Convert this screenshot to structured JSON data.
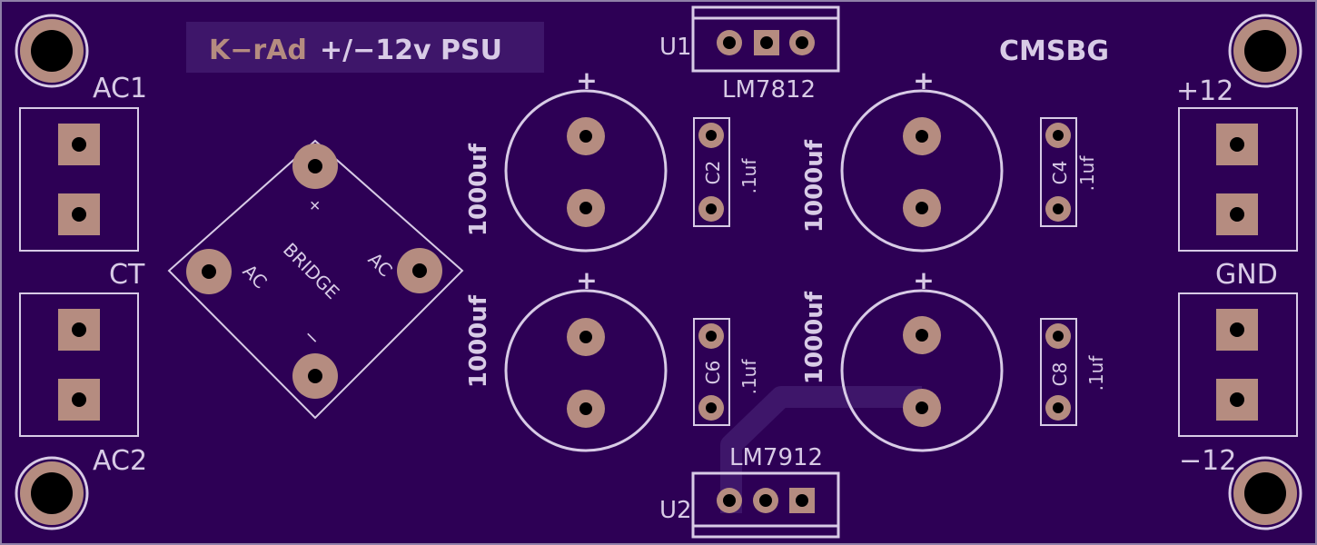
{
  "board": {
    "title": "K−rAd +/−12v PSU",
    "title_part1": "K−rAd",
    "title_part2": "+/−12v PSU",
    "logo": "CMSBG"
  },
  "inputs": {
    "ac1": "AC1",
    "ct": "CT",
    "ac2": "AC2"
  },
  "outputs": {
    "pos": "+12",
    "gnd": "GND",
    "neg": "−12"
  },
  "regulators": {
    "u1": {
      "ref": "U1",
      "part": "LM7812"
    },
    "u2": {
      "ref": "U2",
      "part": "LM7912"
    }
  },
  "bridge": {
    "label": "BRIDGE",
    "plus": "+",
    "minus": "−",
    "ac_left": "AC",
    "ac_right": "AC"
  },
  "electrolytics": {
    "plus_sign": "+",
    "value": "1000uf"
  },
  "ceramics": {
    "c2": {
      "ref": "C2",
      "value": ".1uf"
    },
    "c4": {
      "ref": "C4",
      "value": ".1uf"
    },
    "c6": {
      "ref": "C6",
      "value": ".1uf"
    },
    "c8": {
      "ref": "C8",
      "value": ".1uf"
    }
  },
  "colors": {
    "board": "#2d0055",
    "silk": "#d8cbe6",
    "pad": "#b58c80",
    "drill": "#000000",
    "trace": "#3e166a"
  }
}
